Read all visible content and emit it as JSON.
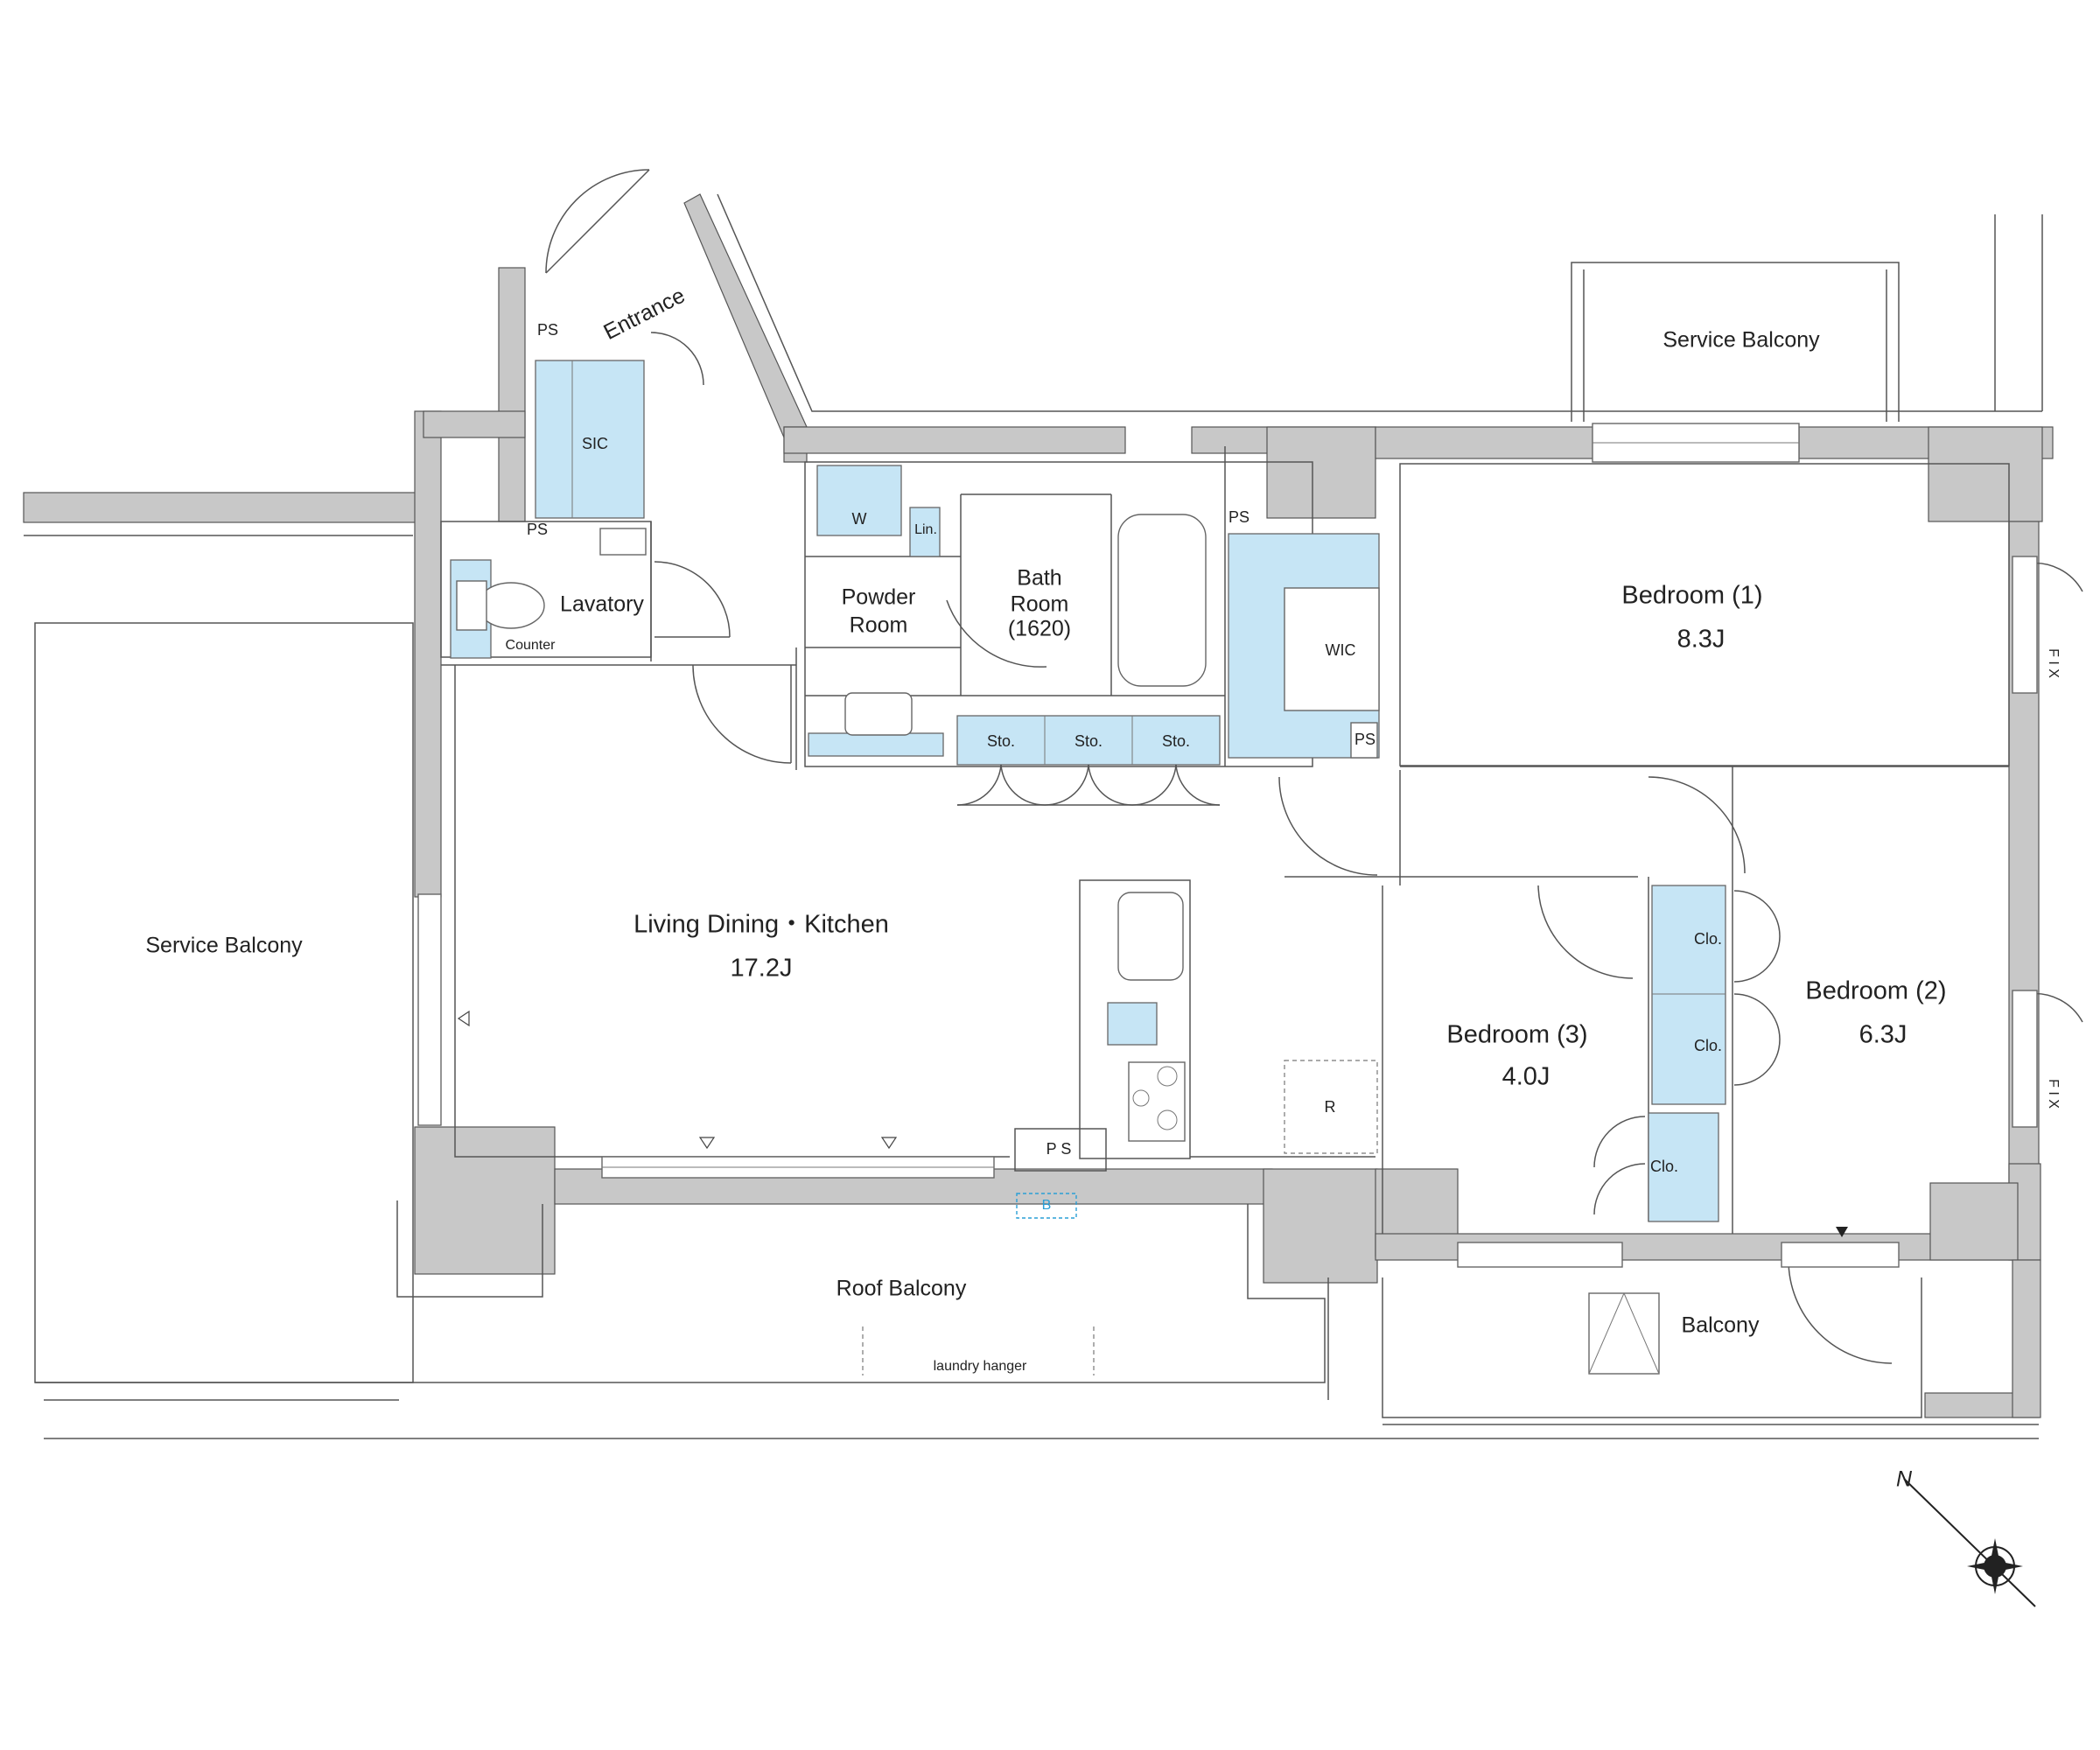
{
  "rooms": {
    "entrance": "Entrance",
    "ps_entrance": "PS",
    "sic": "SIC",
    "ps_lavatory": "PS",
    "lavatory": "Lavatory",
    "counter": "Counter",
    "washer": "W",
    "linen": "Lin.",
    "powder_room_line1": "Powder",
    "powder_room_line2": "Room",
    "bath_room_line1": "Bath",
    "bath_room_line2": "Room",
    "bath_room_size": "(1620)",
    "ps_bath": "PS",
    "wic": "WIC",
    "ps_wic": "PS",
    "storage": [
      "Sto.",
      "Sto.",
      "Sto."
    ],
    "service_balcony_top": "Service Balcony",
    "service_balcony_left": "Service Balcony",
    "bedroom1_name": "Bedroom (1)",
    "bedroom1_size": "8.3J",
    "bedroom2_name": "Bedroom (2)",
    "bedroom2_size": "6.3J",
    "bedroom3_name": "Bedroom (3)",
    "bedroom3_size": "4.0J",
    "ldk_name": "Living Dining・Kitchen",
    "ldk_size": "17.2J",
    "closets": [
      "Clo.",
      "Clo.",
      "Clo."
    ],
    "refrigerator": "R",
    "ps_kitchen": "P S",
    "boiler": "B",
    "roof_balcony": "Roof Balcony",
    "laundry_hanger": "laundry hanger",
    "balcony": "Balcony",
    "fix_upper": "F I X",
    "fix_lower": "F I X"
  },
  "colors": {
    "wall": "#c8c8c8",
    "storage_fill": "#c6e5f5",
    "boiler_accent": "#2a9fd6"
  },
  "icons": {
    "compass": "north-compass-icon"
  }
}
